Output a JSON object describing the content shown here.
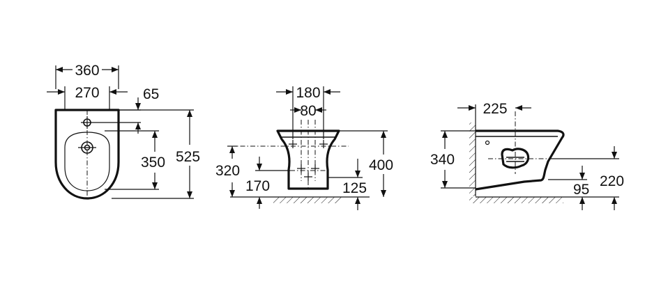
{
  "top_view": {
    "width_outer": "360",
    "width_inner": "270",
    "offset_tap": "65",
    "length_to_hole": "350",
    "length_total": "525"
  },
  "front_view": {
    "width_top": "180",
    "width_base": "80",
    "height_hole": "320",
    "height_mid": "170",
    "height_drain": "125",
    "height_total": "400"
  },
  "side_view": {
    "depth_to_drain": "225",
    "height_wall": "340",
    "height_fixing": "220",
    "height_outlet": "95"
  }
}
